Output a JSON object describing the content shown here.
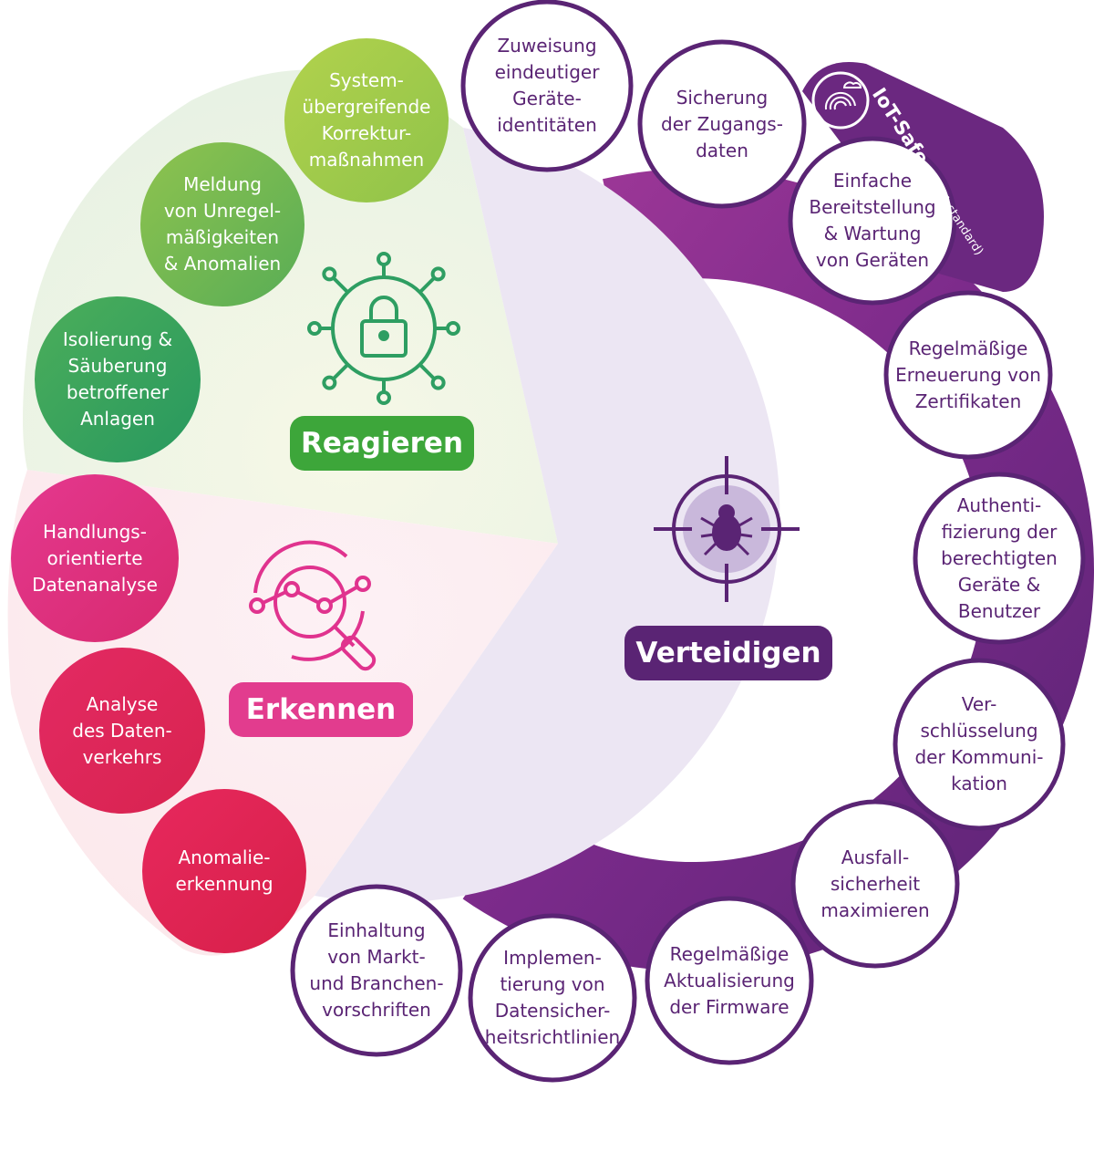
{
  "colors": {
    "purple_dark": "#5a2474",
    "purple_mid": "#8a2f90",
    "purple_light": "#a53a9a",
    "defend_fill": "#ece6f3",
    "green_dark": "#2e9e62",
    "green_light": "#a6cc4a",
    "green_pill": "#3da63a",
    "pink_pill": "#e23c8e",
    "pink_light": "#e0338e",
    "red_dark": "#e2224e"
  },
  "segments": {
    "defend": {
      "label": "Verteidigen",
      "icon": "bug-target-icon",
      "items": [
        "Zuweisung\neindeutiger\nGeräte-\nidentitäten",
        "Sicherung\nder Zugangs-\ndaten",
        "Einfache\nBereitstellung\n& Wartung\nvon Geräten",
        "Regelmäßige\nErneuerung von\nZertifikaten",
        "Authenti-\nfizierung der\nberechtigten\nGeräte &\nBenutzer",
        "Ver-\nschlüsselung\nder Kommuni-\nkation",
        "Ausfall-\nsicherheit\nmaximieren",
        "Regelmäßige\nAktualisierung\nder Firmware",
        "Implemen-\ntierung von\nDatensicher-\nheitsrichtlinien",
        "Einhaltung\nvon Markt-\nund Branchen-\nvorschriften"
      ]
    },
    "react": {
      "label": "Reagieren",
      "icon": "network-lock-icon",
      "items": [
        "System-\nübergreifende\nKorrektur-\nmaßnahmen",
        "Meldung\nvon Unregel-\nmäßigkeiten\n& Anomalien",
        "Isolierung &\nSäuberung\nbetroffener\nAnlagen"
      ]
    },
    "detect": {
      "label": "Erkennen",
      "icon": "magnifier-chart-icon",
      "items": [
        "Handlungs-\norientierte\nDatenanalyse",
        "Analyse\ndes Daten-\nverkehrs",
        "Anomalie-\nerkennung"
      ]
    }
  },
  "iot_safe": {
    "title": "IoT-Safe",
    "subtitle": "(GSMA standard)",
    "icon": "fingerprint-cloud-icon"
  }
}
